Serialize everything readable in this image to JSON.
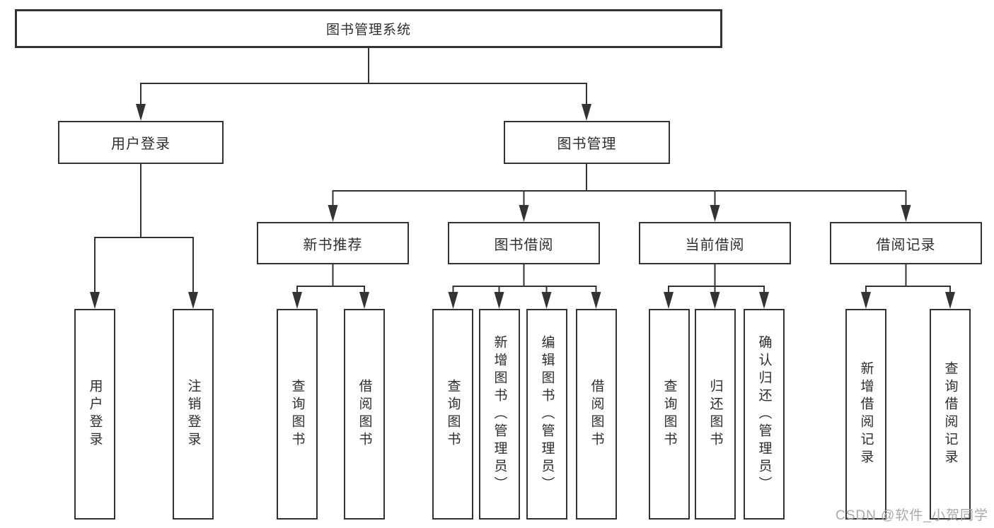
{
  "tree": {
    "root": {
      "label": "图书管理系统"
    },
    "branches": [
      {
        "label": "用户登录",
        "children": [
          {
            "label": "用户登录"
          },
          {
            "label": "注销登录"
          }
        ]
      },
      {
        "label": "图书管理",
        "children": [
          {
            "label": "新书推荐",
            "children": [
              {
                "label": "查询图书"
              },
              {
                "label": "借阅图书"
              }
            ]
          },
          {
            "label": "图书借阅",
            "children": [
              {
                "label": "查询图书"
              },
              {
                "label": "新增图书（管理员）"
              },
              {
                "label": "编辑图书（管理员）"
              },
              {
                "label": "借阅图书"
              }
            ]
          },
          {
            "label": "当前借阅",
            "children": [
              {
                "label": "查询图书"
              },
              {
                "label": "归还图书"
              },
              {
                "label": "确认归还（管理员）"
              }
            ]
          },
          {
            "label": "借阅记录",
            "children": [
              {
                "label": "新增借阅记录"
              },
              {
                "label": "查询借阅记录"
              }
            ]
          }
        ]
      }
    ]
  },
  "watermark": {
    "text": "CSDN @软件_小贺同学"
  },
  "colors": {
    "line": "#333333",
    "box_border": "#333333",
    "box_fill": "#ffffff",
    "text": "#2e2e2e",
    "watermark": "#a9a9a9",
    "background": "#ffffff"
  }
}
